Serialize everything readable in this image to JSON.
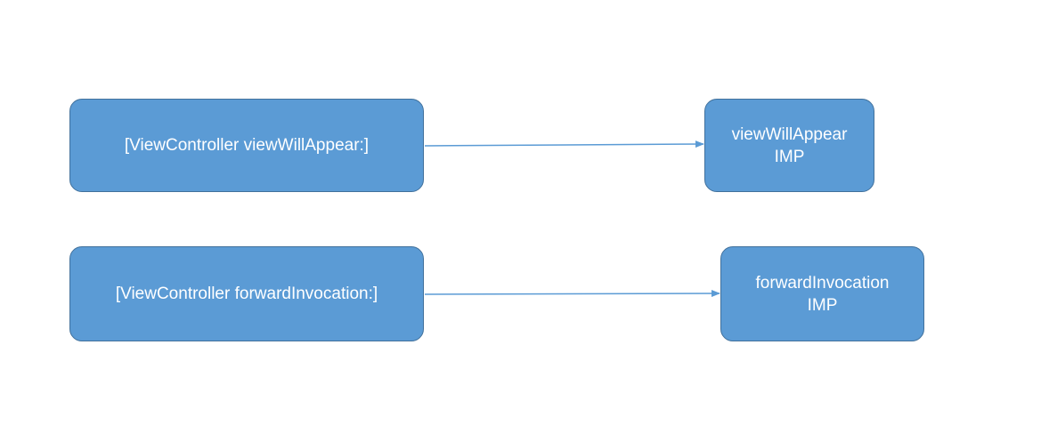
{
  "colors": {
    "node_fill": "#5b9bd5",
    "node_border": "#41719c",
    "node_text": "#ffffff",
    "edge": "#5b9bd5"
  },
  "nodes": [
    {
      "lines": [
        "[ViewController viewWillAppear:]"
      ]
    },
    {
      "lines": [
        "viewWillAppear",
        "IMP"
      ]
    },
    {
      "lines": [
        "[ViewController forwardInvocation:]"
      ]
    },
    {
      "lines": [
        "forwardInvocation",
        "IMP"
      ]
    }
  ],
  "edges": [
    {
      "from": 0,
      "to": 1
    },
    {
      "from": 2,
      "to": 3
    }
  ]
}
